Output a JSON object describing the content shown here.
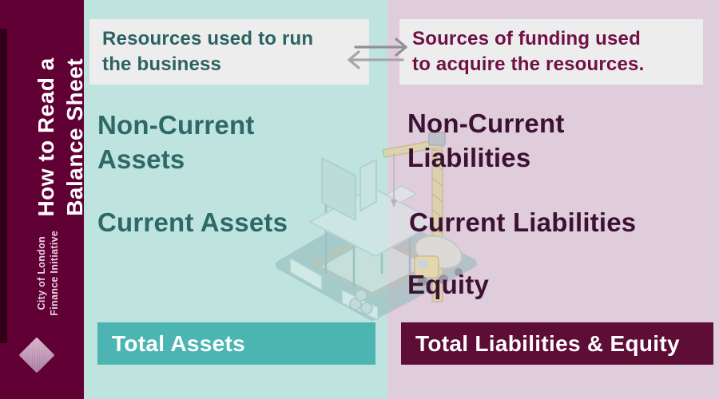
{
  "title": "How to Read a Balance Sheet",
  "sidebar": {
    "title": "How to Read a\nBalance Sheet",
    "org": "City of London\nFinance Initiative",
    "logo": "diamond-logo"
  },
  "assets_panel": {
    "header": "Resources used to run\nthe business",
    "items": [
      {
        "label": "Non-Current\nAssets"
      },
      {
        "label": "Current Assets"
      }
    ],
    "total_label": "Total Assets",
    "illustration": "construction-site"
  },
  "liabilities_panel": {
    "header": "Sources of funding used\nto acquire the resources.",
    "items": [
      {
        "label": "Non-Current\nLiabilities"
      },
      {
        "label": "Current Liabilities"
      },
      {
        "label": "Equity"
      }
    ],
    "total_label": "Total Liabilities & Equity",
    "illustration": "card-payment-terminal"
  },
  "exchange_icon": "left-right-arrows",
  "colors": {
    "sidebar_bg": "#600035",
    "assets_bg": "#bfe3df",
    "liabilities_bg": "#e0cddb",
    "header_box_bg": "#ededed",
    "assets_text": "#2d6a67",
    "liabilities_header_text": "#701045",
    "liabilities_text": "#3c1133",
    "total_assets_bg": "#4cb5b2",
    "total_liabilities_bg": "#5d0d36",
    "arrow_gray": "#9a9a9e"
  }
}
